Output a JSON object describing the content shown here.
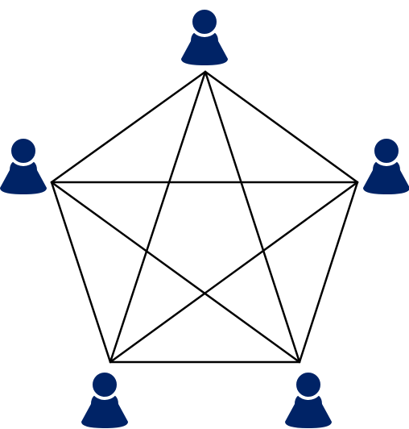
{
  "diagram": {
    "type": "complete-graph-network",
    "node_count": 5,
    "edge_count": 10,
    "node_icon": "person-icon",
    "colors": {
      "person": "#002366",
      "person_outline": "#ffffff",
      "edge": "#000000",
      "background": "#ffffff"
    },
    "nodes": [
      {
        "id": "top"
      },
      {
        "id": "right"
      },
      {
        "id": "bottom-right"
      },
      {
        "id": "bottom-left"
      },
      {
        "id": "left"
      }
    ],
    "edges": [
      [
        "top",
        "right"
      ],
      [
        "top",
        "bottom-right"
      ],
      [
        "top",
        "bottom-left"
      ],
      [
        "top",
        "left"
      ],
      [
        "right",
        "bottom-right"
      ],
      [
        "right",
        "bottom-left"
      ],
      [
        "right",
        "left"
      ],
      [
        "bottom-right",
        "bottom-left"
      ],
      [
        "bottom-right",
        "left"
      ],
      [
        "bottom-left",
        "left"
      ]
    ]
  }
}
